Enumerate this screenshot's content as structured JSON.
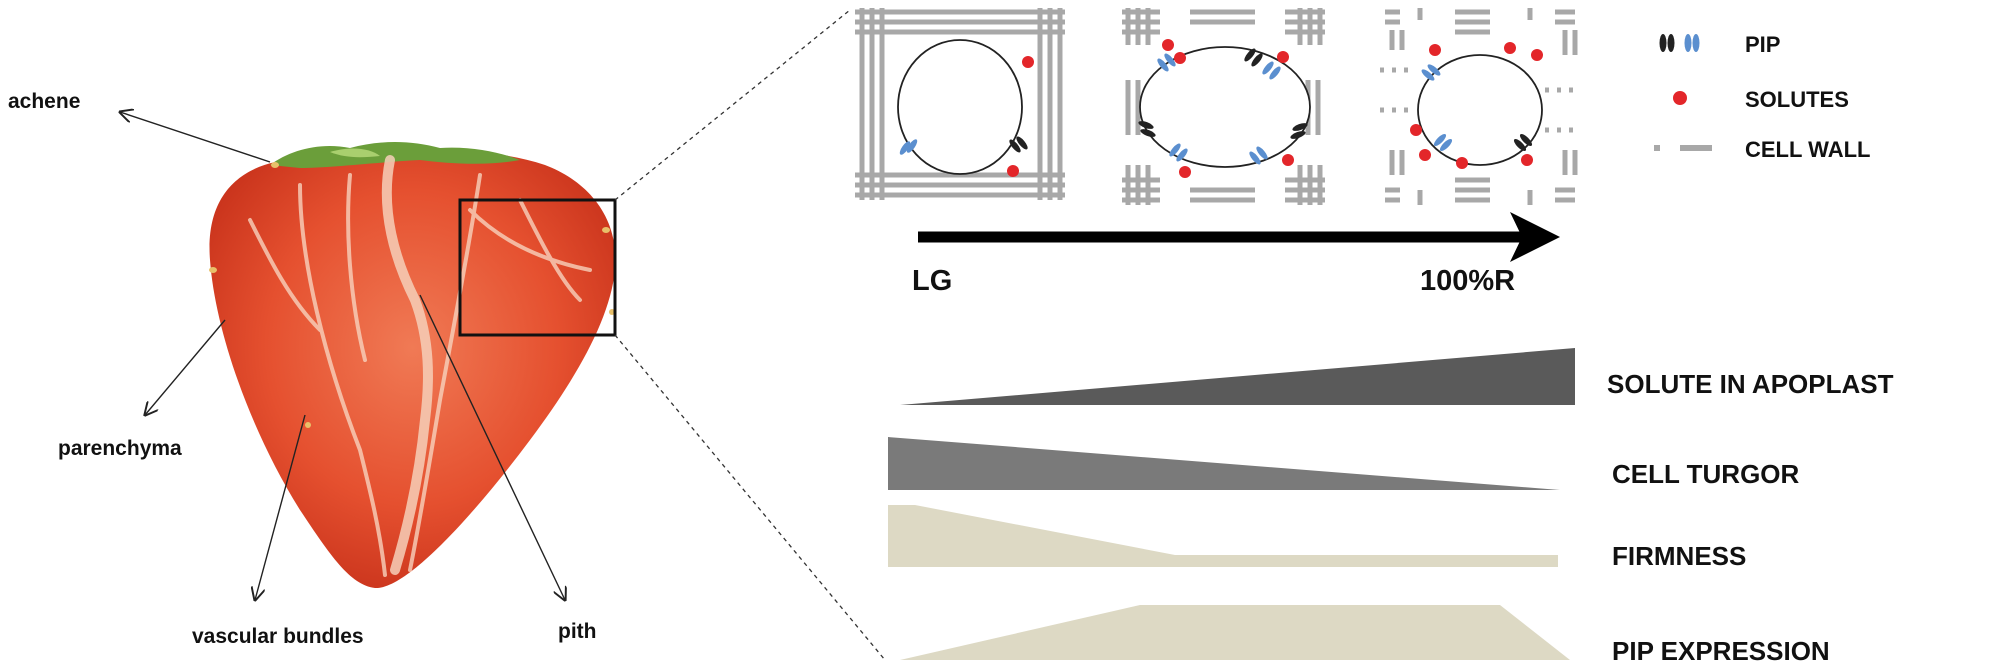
{
  "fruit_labels": {
    "achene": "achene",
    "parenchyma": "parenchyma",
    "vascular": "vascular bundles",
    "pith": "pith"
  },
  "axis": {
    "start": "LG",
    "end": "100%R"
  },
  "legend": {
    "pip": "PIP",
    "solutes": "SOLUTES",
    "cell_wall": "CELL WALL"
  },
  "trends": {
    "solute_apoplast": "SOLUTE IN APOPLAST",
    "cell_turgor": "CELL TURGOR",
    "firmness": "FIRMNESS",
    "pip_expression": "PIP EXPRESSION"
  },
  "colors": {
    "cell_wall": "#a8a8a8",
    "solute_dot": "#e3262a",
    "pip_blue": "#5b8fcf",
    "pip_black": "#222222",
    "dark_wedge": "#5a5a5a",
    "mid_wedge": "#7a7a7a",
    "beige": "#ddd9c4",
    "box_outline": "#111111",
    "arrow": "#000000"
  }
}
